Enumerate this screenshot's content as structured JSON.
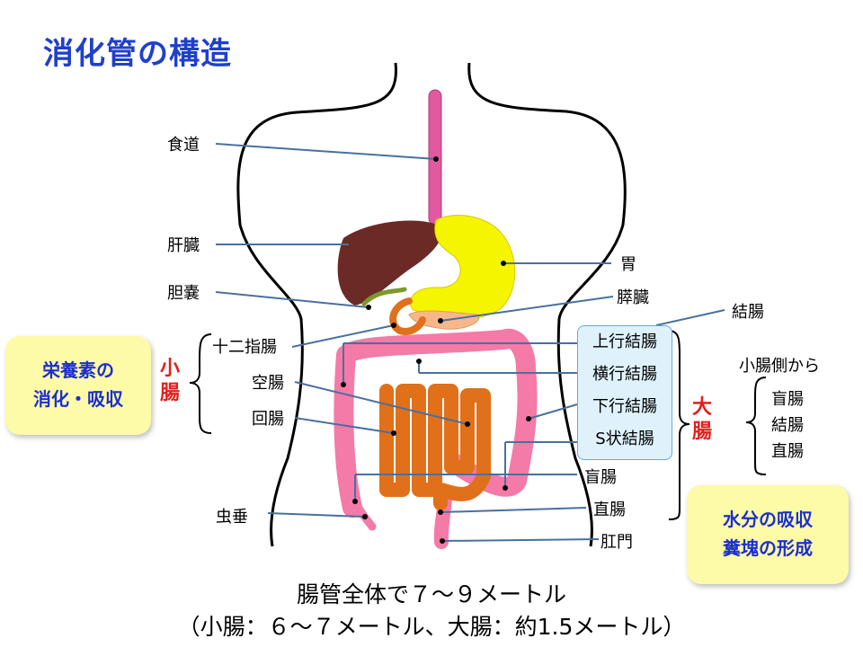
{
  "title": "消化管の構造",
  "labels": {
    "esophagus": "食道",
    "liver": "肝臓",
    "gallbladder": "胆嚢",
    "duodenum": "十二指腸",
    "jejunum": "空腸",
    "ileum": "回腸",
    "appendix": "虫垂",
    "stomach": "胃",
    "pancreas": "膵臓",
    "colon": "結腸",
    "ascending": "上行結腸",
    "transverse": "横行結腸",
    "descending": "下行結腸",
    "sigmoid": "S状結腸",
    "cecum": "盲腸",
    "rectum": "直腸",
    "anus": "肛門"
  },
  "groups": {
    "small_intestine": "小腸",
    "large_intestine": "大腸"
  },
  "side_list": {
    "heading": "小腸側から",
    "items": [
      "盲腸",
      "結腸",
      "直腸"
    ]
  },
  "callouts": {
    "left": [
      "栄養素の",
      "消化・吸収"
    ],
    "right": [
      "水分の吸収",
      "糞塊の形成"
    ]
  },
  "footer": {
    "line1": "腸管全体で７～９メートル",
    "line2": "（小腸：６～７メートル、大腸：約1.5メートル）"
  },
  "colors": {
    "title": "#1f3fcc",
    "esophagus": "#e05aa0",
    "liver": "#6b2a26",
    "stomach": "#f5f500",
    "small_intestine": "#e0701a",
    "large_intestine": "#f47aa8",
    "callout_bg": "#fdfaa8",
    "callout_text": "#1b2fd0",
    "group_text": "#e0201c",
    "leader_line": "#4a6fa0"
  }
}
